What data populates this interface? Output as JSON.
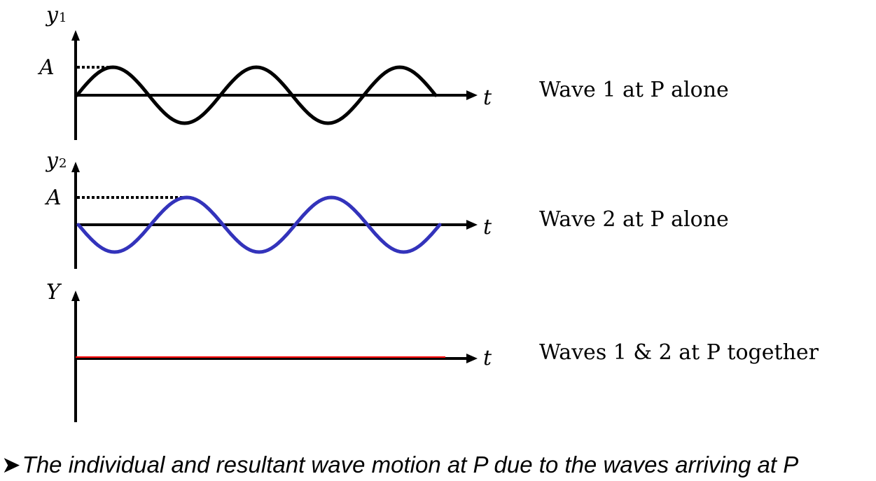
{
  "colors": {
    "wave1": "#000000",
    "wave2": "#3333bb",
    "resultant": "#ff0000",
    "axis": "#000000"
  },
  "panels": [
    {
      "id": "wave1",
      "y_axis_label": "y",
      "y_axis_subscript": "1",
      "amplitude_label": "A",
      "t_axis_label": "t",
      "caption": "Wave 1 at P alone"
    },
    {
      "id": "wave2",
      "y_axis_label": "y",
      "y_axis_subscript": "2",
      "amplitude_label": "A",
      "t_axis_label": "t",
      "caption": "Wave 2 at P alone"
    },
    {
      "id": "resultant",
      "y_axis_label": "Y",
      "y_axis_subscript": "",
      "amplitude_label": "",
      "t_axis_label": "t",
      "caption": "Waves 1 & 2 at P together"
    }
  ],
  "chart_data": [
    {
      "type": "line",
      "series": [
        {
          "cycles": 2.5,
          "phase_deg": 0,
          "amplitude": 1
        }
      ]
    },
    {
      "type": "line",
      "series": [
        {
          "cycles": 2.5,
          "phase_deg": 180,
          "amplitude": 1
        }
      ]
    },
    {
      "type": "line",
      "series": [
        {
          "cycles": 2.5,
          "phase_deg": 0,
          "amplitude": 0
        }
      ]
    }
  ],
  "footer": {
    "bullet": "➤",
    "text": "The individual and resultant wave motion at P due to the waves arriving at P"
  }
}
